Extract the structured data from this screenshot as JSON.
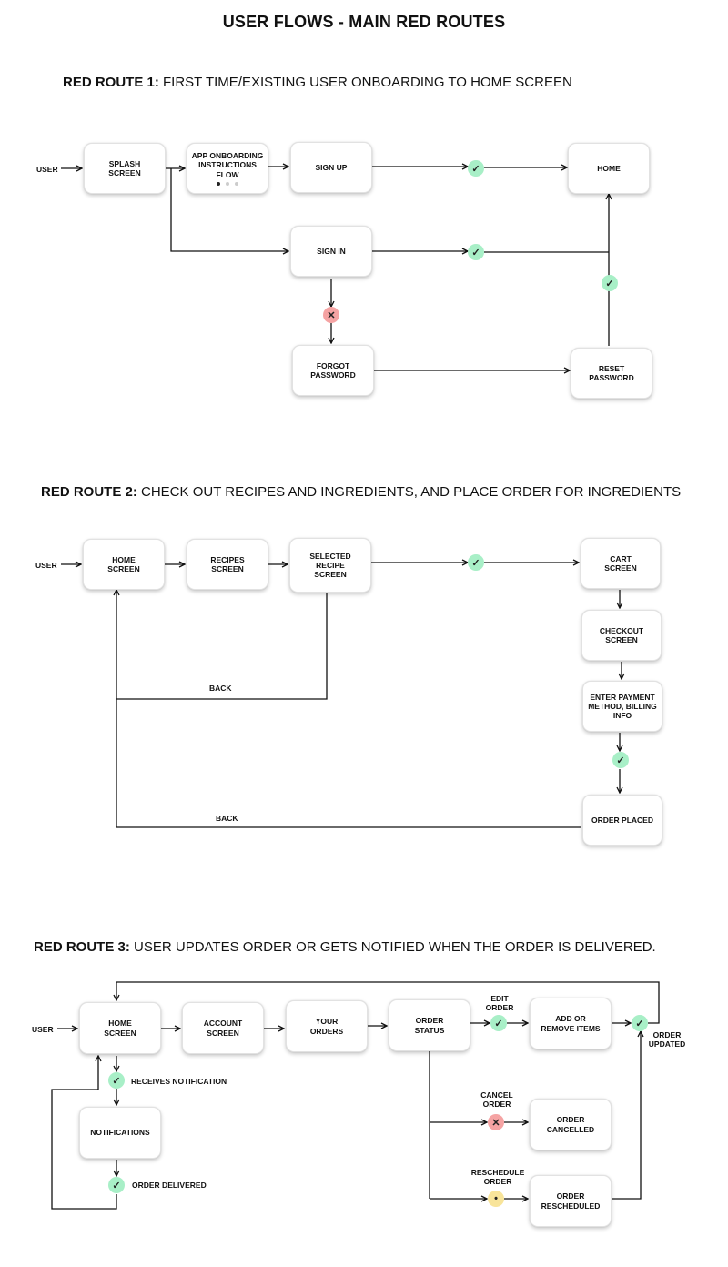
{
  "title": "USER FLOWS - MAIN RED ROUTES",
  "routes": {
    "r1": {
      "prefix": "RED ROUTE 1:",
      "text": "FIRST TIME/EXISTING USER ONBOARDING TO HOME SCREEN"
    },
    "r2": {
      "prefix": "RED ROUTE 2:",
      "text": "CHECK OUT RECIPES AND INGREDIENTS, AND PLACE ORDER FOR INGREDIENTS"
    },
    "r3": {
      "prefix": "RED ROUTE 3:",
      "text": "USER UPDATES ORDER OR GETS NOTIFIED WHEN THE ORDER IS DELIVERED."
    }
  },
  "nodes": {
    "r1_user": "USER",
    "r1_splash": [
      "SPLASH",
      "SCREEN"
    ],
    "r1_onboarding": [
      "APP ONBOARDING",
      "INSTRUCTIONS",
      "FLOW"
    ],
    "r1_signup": [
      "SIGN UP"
    ],
    "r1_home": [
      "HOME"
    ],
    "r1_signin": [
      "SIGN IN"
    ],
    "r1_forgot": [
      "FORGOT",
      "PASSWORD"
    ],
    "r1_reset": [
      "RESET",
      "PASSWORD"
    ],
    "r2_user": "USER",
    "r2_home": [
      "HOME",
      "SCREEN"
    ],
    "r2_recipes": [
      "RECIPES",
      "SCREEN"
    ],
    "r2_selected": [
      "SELECTED",
      "RECIPE",
      "SCREEN"
    ],
    "r2_cart": [
      "CART",
      "SCREEN"
    ],
    "r2_checkout": [
      "CHECKOUT",
      "SCREEN"
    ],
    "r2_payment": [
      "ENTER PAYMENT",
      "METHOD, BILLING",
      "INFO"
    ],
    "r2_placed": [
      "ORDER PLACED"
    ],
    "r3_user": "USER",
    "r3_home": [
      "HOME",
      "SCREEN"
    ],
    "r3_account": [
      "ACCOUNT",
      "SCREEN"
    ],
    "r3_orders": [
      "YOUR",
      "ORDERS"
    ],
    "r3_status": [
      "ORDER",
      "STATUS"
    ],
    "r3_add": [
      "ADD OR",
      "REMOVE ITEMS"
    ],
    "r3_notifications": [
      "NOTIFICATIONS"
    ],
    "r3_cancelled": [
      "ORDER",
      "CANCELLED"
    ],
    "r3_rescheduled": [
      "ORDER",
      "RESCHEDULED"
    ]
  },
  "labels": {
    "back1": "BACK",
    "back2": "BACK",
    "edit_order": [
      "EDIT",
      "ORDER"
    ],
    "order_updated": [
      "ORDER",
      "UPDATED"
    ],
    "receives_notification": "RECEIVES NOTIFICATION",
    "order_delivered": "ORDER DELIVERED",
    "cancel_order": [
      "CANCEL",
      "ORDER"
    ],
    "reschedule_order": [
      "RESCHEDULE",
      "ORDER"
    ]
  },
  "icons": {
    "success": "check-icon",
    "failure": "cross-icon",
    "pending": "dot-icon"
  },
  "colors": {
    "success": "#a8efc7",
    "failure": "#f5a3a3",
    "pending": "#f8e49a"
  },
  "onboarding_dots": {
    "active": 1,
    "total": 3
  }
}
